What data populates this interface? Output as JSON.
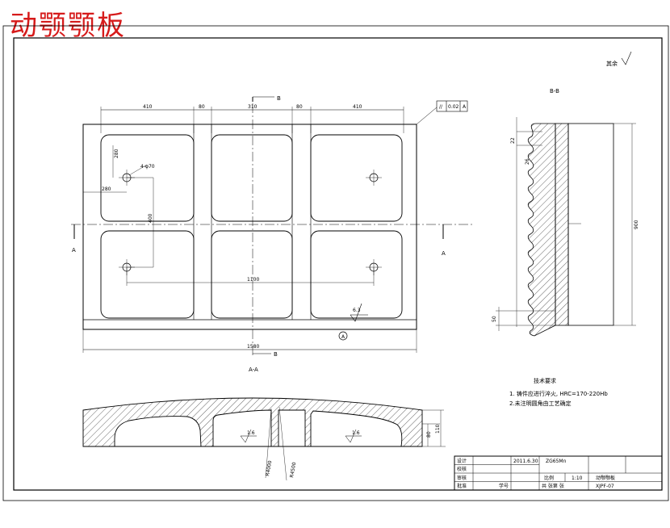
{
  "title": "动颚颚板",
  "roughness_note": "其余",
  "flatness_callout": {
    "symbol": "//",
    "tolerance": "0.02",
    "datum": "A"
  },
  "section_labels": {
    "bb": "B-B",
    "aa": "A-A",
    "cut_a": "A",
    "cut_b": "B"
  },
  "plan_dims": {
    "w1": "410",
    "gap1": "80",
    "w2": "310",
    "gap2": "80",
    "w3": "410",
    "total": "1580",
    "hole_y": "280",
    "hole_x": "280",
    "hole_dia": "4-φ70",
    "hole_spacing_y": "400",
    "hole_spacing_x": "1100",
    "rough1": "6.3",
    "datum": "A"
  },
  "bb_dims": {
    "pitch": "22",
    "tooth": "26",
    "height": "900",
    "bottom": "50"
  },
  "aa_dims": {
    "thk1": "80",
    "thk2": "110",
    "r1": "R4000",
    "r2": "R4500",
    "rough_l": "1.6",
    "rough_r": "1.6"
  },
  "tech_req": {
    "heading": "技术要求",
    "line1": "1. 铸件应进行淬火, HRC=170-220Hb",
    "line2": "2.未注明圆角由工艺确定"
  },
  "title_block": {
    "design": "设计",
    "check": "校核",
    "review": "审核",
    "approve": "批准",
    "date": "2011.6.30",
    "material": "ZG65Mn",
    "scale_label": "比例",
    "scale": "1:10",
    "part": "动颚颚板",
    "count_label": "共 张第 张",
    "code": "XJPF-07",
    "seq": "学号"
  }
}
